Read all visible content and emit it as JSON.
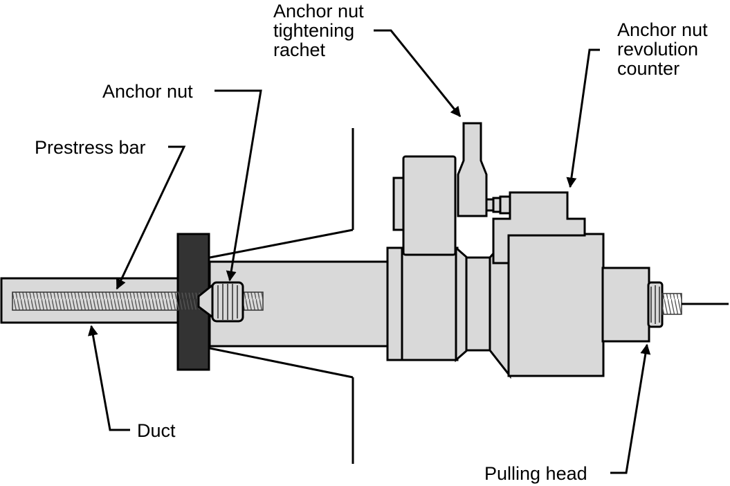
{
  "labels": {
    "tightening_rachet": [
      "Anchor nut",
      "tightening",
      "rachet"
    ],
    "revolution_counter": [
      "Anchor nut",
      "revolution",
      "counter"
    ],
    "anchor_nut": "Anchor nut",
    "prestress_bar": "Prestress bar",
    "duct": "Duct",
    "pulling_head": "Pulling head"
  },
  "colors": {
    "part_fill": "#d9d9d9",
    "bearing_plate": "#333333",
    "outline": "#000000"
  }
}
